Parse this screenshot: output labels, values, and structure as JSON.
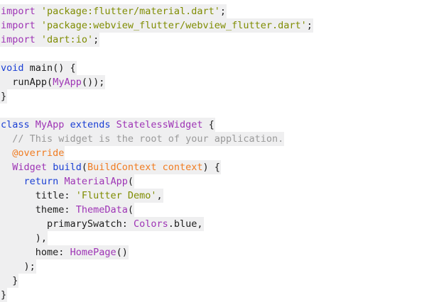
{
  "editor": {
    "language": "dart",
    "background_color": "#ffffff",
    "line_highlight_color": "#efeff0",
    "colors": {
      "keyword": "#1a3fd4",
      "type": "#9e34b5",
      "string": "#7f8c00",
      "comment": "#9a9a9a",
      "annotation": "#f07c21",
      "parameter": "#f07c21",
      "plain": "#1c1c1c"
    }
  },
  "code": {
    "lines": [
      {
        "index": 0,
        "blank": false,
        "text": "import 'package:flutter/material.dart';",
        "tokens": [
          {
            "text": "import",
            "kind": "import"
          },
          {
            "text": " ",
            "kind": "plain"
          },
          {
            "text": "'package:flutter/material.dart'",
            "kind": "str"
          },
          {
            "text": ";",
            "kind": "punct"
          }
        ]
      },
      {
        "index": 1,
        "blank": false,
        "text": "import 'package:webview_flutter/webview_flutter.dart';",
        "tokens": [
          {
            "text": "import",
            "kind": "import"
          },
          {
            "text": " ",
            "kind": "plain"
          },
          {
            "text": "'package:webview_flutter/webview_flutter.dart'",
            "kind": "str"
          },
          {
            "text": ";",
            "kind": "punct"
          }
        ]
      },
      {
        "index": 2,
        "blank": false,
        "text": "import 'dart:io';",
        "tokens": [
          {
            "text": "import",
            "kind": "import"
          },
          {
            "text": " ",
            "kind": "plain"
          },
          {
            "text": "'dart:io'",
            "kind": "str"
          },
          {
            "text": ";",
            "kind": "punct"
          }
        ]
      },
      {
        "index": 3,
        "blank": true,
        "text": "",
        "tokens": []
      },
      {
        "index": 4,
        "blank": false,
        "text": "void main() {",
        "tokens": [
          {
            "text": "void",
            "kind": "kw"
          },
          {
            "text": " ",
            "kind": "plain"
          },
          {
            "text": "main",
            "kind": "plain"
          },
          {
            "text": "() {",
            "kind": "punct"
          }
        ]
      },
      {
        "index": 5,
        "blank": false,
        "text": "  runApp(MyApp());",
        "tokens": [
          {
            "text": "  ",
            "kind": "plain"
          },
          {
            "text": "runApp",
            "kind": "plain"
          },
          {
            "text": "(",
            "kind": "punct"
          },
          {
            "text": "MyApp",
            "kind": "type"
          },
          {
            "text": "());",
            "kind": "punct"
          }
        ]
      },
      {
        "index": 6,
        "blank": false,
        "text": "}",
        "tokens": [
          {
            "text": "}",
            "kind": "punct"
          }
        ]
      },
      {
        "index": 7,
        "blank": true,
        "text": "",
        "tokens": []
      },
      {
        "index": 8,
        "blank": false,
        "text": "class MyApp extends StatelessWidget {",
        "tokens": [
          {
            "text": "class",
            "kind": "kw"
          },
          {
            "text": " ",
            "kind": "plain"
          },
          {
            "text": "MyApp",
            "kind": "type"
          },
          {
            "text": " ",
            "kind": "plain"
          },
          {
            "text": "extends",
            "kind": "kw"
          },
          {
            "text": " ",
            "kind": "plain"
          },
          {
            "text": "StatelessWidget",
            "kind": "type"
          },
          {
            "text": " {",
            "kind": "punct"
          }
        ]
      },
      {
        "index": 9,
        "blank": false,
        "text": "  // This widget is the root of your application.",
        "tokens": [
          {
            "text": "  ",
            "kind": "plain"
          },
          {
            "text": "// This widget is the root of your application.",
            "kind": "cmt"
          }
        ]
      },
      {
        "index": 10,
        "blank": false,
        "text": "  @override",
        "tokens": [
          {
            "text": "  ",
            "kind": "plain"
          },
          {
            "text": "@override",
            "kind": "ann"
          }
        ]
      },
      {
        "index": 11,
        "blank": false,
        "text": "  Widget build(BuildContext context) {",
        "tokens": [
          {
            "text": "  ",
            "kind": "plain"
          },
          {
            "text": "Widget",
            "kind": "type"
          },
          {
            "text": " ",
            "kind": "plain"
          },
          {
            "text": "build",
            "kind": "kw"
          },
          {
            "text": "(",
            "kind": "punct"
          },
          {
            "text": "BuildContext context",
            "kind": "param"
          },
          {
            "text": ") {",
            "kind": "punct"
          }
        ]
      },
      {
        "index": 12,
        "blank": false,
        "text": "    return MaterialApp(",
        "tokens": [
          {
            "text": "    ",
            "kind": "plain"
          },
          {
            "text": "return",
            "kind": "kw"
          },
          {
            "text": " ",
            "kind": "plain"
          },
          {
            "text": "MaterialApp",
            "kind": "type"
          },
          {
            "text": "(",
            "kind": "punct"
          }
        ]
      },
      {
        "index": 13,
        "blank": false,
        "text": "      title: 'Flutter Demo',",
        "tokens": [
          {
            "text": "      ",
            "kind": "plain"
          },
          {
            "text": "title",
            "kind": "plain"
          },
          {
            "text": ": ",
            "kind": "punct"
          },
          {
            "text": "'Flutter Demo'",
            "kind": "str"
          },
          {
            "text": ",",
            "kind": "punct"
          }
        ]
      },
      {
        "index": 14,
        "blank": false,
        "text": "      theme: ThemeData(",
        "tokens": [
          {
            "text": "      ",
            "kind": "plain"
          },
          {
            "text": "theme",
            "kind": "plain"
          },
          {
            "text": ": ",
            "kind": "punct"
          },
          {
            "text": "ThemeData",
            "kind": "type"
          },
          {
            "text": "(",
            "kind": "punct"
          }
        ]
      },
      {
        "index": 15,
        "blank": false,
        "text": "        primarySwatch: Colors.blue,",
        "tokens": [
          {
            "text": "        ",
            "kind": "plain"
          },
          {
            "text": "primarySwatch",
            "kind": "plain"
          },
          {
            "text": ": ",
            "kind": "punct"
          },
          {
            "text": "Colors",
            "kind": "type"
          },
          {
            "text": ".blue,",
            "kind": "punct"
          }
        ]
      },
      {
        "index": 16,
        "blank": false,
        "text": "      ),",
        "tokens": [
          {
            "text": "      ),",
            "kind": "punct"
          }
        ]
      },
      {
        "index": 17,
        "blank": false,
        "text": "      home: HomePage()",
        "tokens": [
          {
            "text": "      ",
            "kind": "plain"
          },
          {
            "text": "home",
            "kind": "plain"
          },
          {
            "text": ": ",
            "kind": "punct"
          },
          {
            "text": "HomePage",
            "kind": "type"
          },
          {
            "text": "()",
            "kind": "punct"
          }
        ]
      },
      {
        "index": 18,
        "blank": false,
        "text": "    );",
        "tokens": [
          {
            "text": "    );",
            "kind": "punct"
          }
        ]
      },
      {
        "index": 19,
        "blank": false,
        "text": "  }",
        "tokens": [
          {
            "text": "  }",
            "kind": "punct"
          }
        ]
      },
      {
        "index": 20,
        "blank": false,
        "text": "}",
        "tokens": [
          {
            "text": "}",
            "kind": "punct"
          }
        ]
      }
    ]
  }
}
